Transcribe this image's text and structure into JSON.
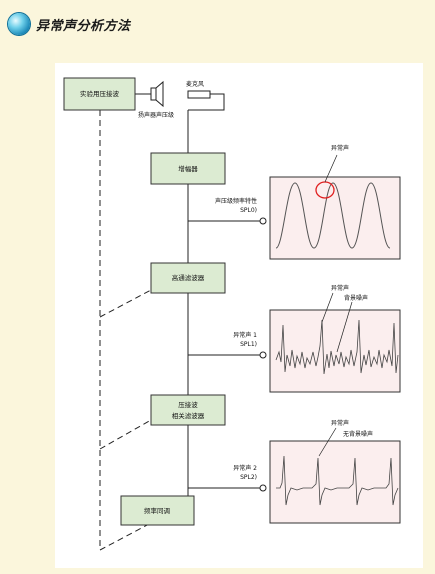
{
  "header": {
    "title": "异常声分析方法",
    "icon": "blue-orb-icon"
  },
  "diagram": {
    "boxes": {
      "source": "实验用压接波",
      "amplifier": "增幅器",
      "highpass": "高通滤波器",
      "bandpass_line1": "压接波",
      "bandpass_line2": "相关滤波器",
      "freq": "频率同调"
    },
    "labels": {
      "speaker": "扬声器声压级",
      "mic": "麦克风",
      "spl0_line1": "声压级频率特性",
      "spl0_line2": "SPL0)",
      "spl1_line1": "异常声 1",
      "spl1_line2": "SPL1)",
      "spl2_line1": "异常声 2",
      "spl2_line2": "SPL2)"
    },
    "scopes": {
      "scope1_title": "异常声",
      "scope2_title": "异常声",
      "scope2_sub": "背景噪声",
      "scope3_title": "异常声",
      "scope3_sub": "无背景噪声"
    }
  },
  "colors": {
    "background": "#fbf6dc",
    "box_fill": "#dcebd2",
    "scope_fill": "#fbeeee",
    "highlight": "#e02020"
  }
}
